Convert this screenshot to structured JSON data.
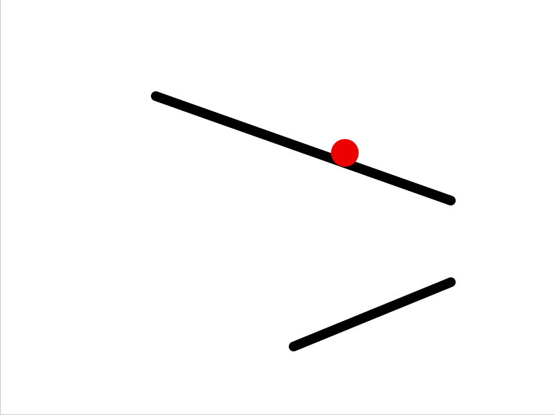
{
  "game": {
    "background_color": "#ffffff",
    "border_color": "#c8c8c8",
    "ramps": [
      {
        "name": "upper-ramp",
        "color": "#000000"
      },
      {
        "name": "lower-ramp",
        "color": "#000000"
      }
    ],
    "ball": {
      "name": "ball",
      "color": "#ee0000"
    }
  }
}
